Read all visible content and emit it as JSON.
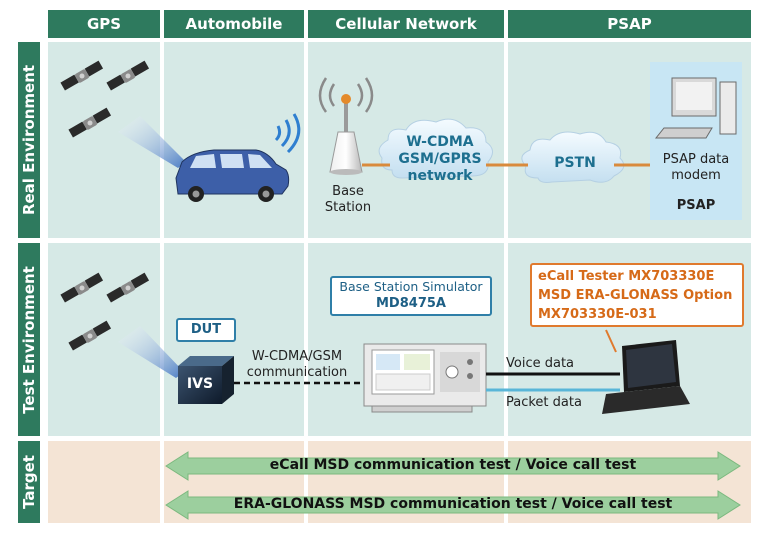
{
  "columns": [
    "GPS",
    "Automobile",
    "Cellular Network",
    "PSAP"
  ],
  "rows": [
    "Real Environment",
    "Test Environment",
    "Target"
  ],
  "real": {
    "base_station_line1": "Base",
    "base_station_line2": "Station",
    "cell_net_line1": "W-CDMA",
    "cell_net_line2": "GSM/GPRS",
    "cell_net_line3": "network",
    "pstn": "PSTN",
    "psap_modem_line1": "PSAP data",
    "psap_modem_line2": "modem",
    "psap_box_label": "PSAP"
  },
  "test": {
    "dut": "DUT",
    "ivs": "IVS",
    "comm_line1": "W-CDMA/GSM",
    "comm_line2": "communication",
    "bss_title": "Base Station Simulator",
    "bss_model": "MD8475A",
    "tester_line1": "eCall Tester MX703330E",
    "tester_line2": "MSD ERA-GLONASS Option",
    "tester_line3": "MX703330E-031",
    "voice_data": "Voice data",
    "packet_data": "Packet data"
  },
  "target": {
    "arrow1": "eCall MSD communication test / Voice call test",
    "arrow2": "ERA-GLONASS MSD communication test / Voice call test"
  },
  "colors": {
    "header_green": "#2e7a5e",
    "env_bg": "#d6e9e6",
    "target_bg": "#f4e4d5",
    "arrow_green": "#9ccf9e",
    "accent_blue": "#2f7fa8",
    "accent_orange": "#e07a2e"
  }
}
